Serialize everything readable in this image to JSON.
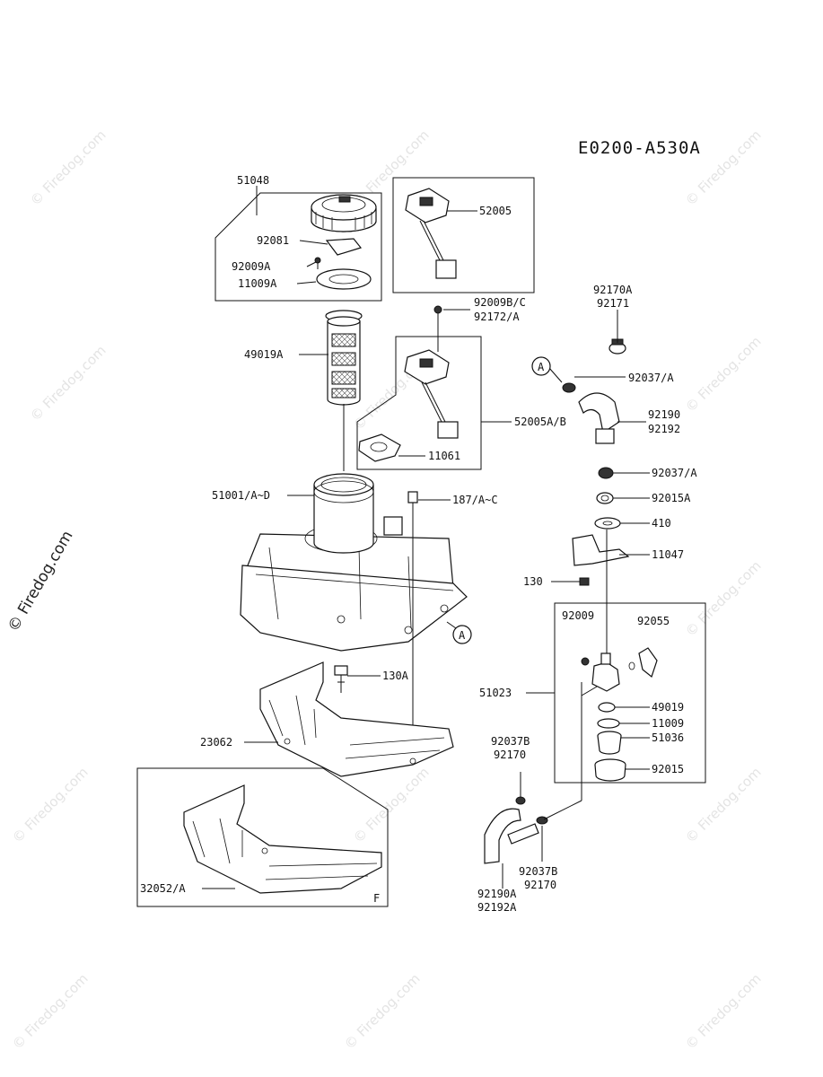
{
  "diagram": {
    "code": "E0200-A530A",
    "box_tag": "F",
    "callout_letter": "A",
    "watermark": "© Firedog.com",
    "side_watermark": "© Firedog.com",
    "labels": {
      "p51048": "51048",
      "p92081": "92081",
      "p92009A": "92009A",
      "p11009A": "11009A",
      "p49019A": "49019A",
      "p51001": "51001/A~D",
      "p52005": "52005",
      "p92009BC": "92009B/C",
      "p92172A": "92172/A",
      "p52005AB": "52005A/B",
      "p11061": "11061",
      "p187": "187/A~C",
      "p130A": "130A",
      "p23062": "23062",
      "p32052": "32052/A",
      "p92170A": "92170A",
      "p92171": "92171",
      "p92037A_1": "92037/A",
      "p92190": "92190",
      "p92192": "92192",
      "p92037A_2": "92037/A",
      "p92015A": "92015A",
      "p410": "410",
      "p11047": "11047",
      "p130": "130",
      "p92009": "92009",
      "p92055": "92055",
      "p51023": "51023",
      "p49019": "49019",
      "p11009": "11009",
      "p51036": "51036",
      "p92015": "92015",
      "p92037B_top": "92037B",
      "p92170_top": "92170",
      "p92037B_bot": "92037B",
      "p92170_bot": "92170",
      "p92190A": "92190A",
      "p92192A": "92192A"
    }
  }
}
